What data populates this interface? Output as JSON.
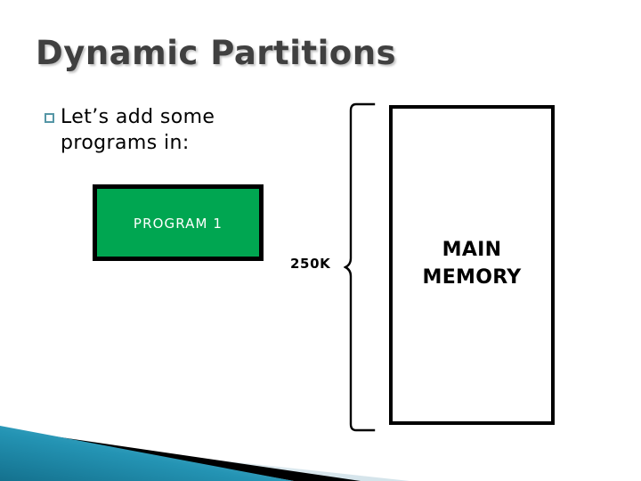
{
  "slide": {
    "title": "Dynamic Partitions",
    "bullet": {
      "marker": "hollow-square-bullet",
      "text": "Let’s add some programs in:"
    },
    "program_box": {
      "label": "PROGRAM 1",
      "fill_color": "#00a651",
      "border_color": "#000000",
      "text_color": "#ffffff"
    },
    "size_label": "250K",
    "brace": {
      "name": "right-curly-brace",
      "color": "#000000"
    },
    "memory_box": {
      "label_line1": "MAIN",
      "label_line2": "MEMORY",
      "border_color": "#000000",
      "fill_color": "#ffffff"
    },
    "decoration": {
      "name": "flow-theme-corner-graphic",
      "teal_dark": "#136e8c",
      "teal_light": "#49aecb",
      "black": "#000000",
      "pale": "#dce9ef"
    },
    "theme": {
      "title_color": "#404040",
      "bullet_color": "#5596a6",
      "body_color": "#000000",
      "background": "#ffffff"
    }
  }
}
